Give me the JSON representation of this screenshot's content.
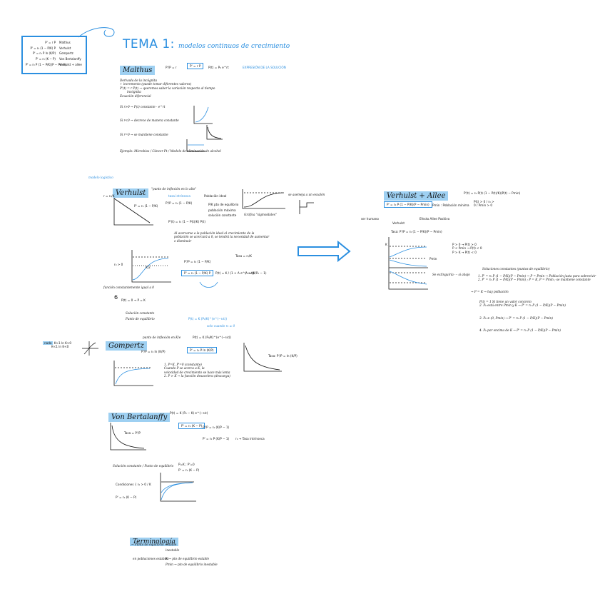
{
  "title": {
    "main": "TEMA 1:",
    "sub": "modelos continuos de crecimiento"
  },
  "legend": [
    {
      "formula": "P' = r P",
      "name": "Malthus"
    },
    {
      "formula": "P' = r₀ (1 − P/K) P",
      "name": "Verhulst"
    },
    {
      "formula": "P' = r₀ P ln (K/P)",
      "name": "Gompertz"
    },
    {
      "formula": "P' = r₀ (K − P)",
      "name": "Von Bertalanffy"
    },
    {
      "formula": "P' = r₀ P (1 − P/K)(P − Pmin)",
      "name": "Verhulst + allee"
    }
  ],
  "malthus": {
    "title": "Malthus",
    "eq": "P'/P = r",
    "boxed": "P' = r P",
    "solution": "P(t) = P₀ e^rt",
    "solution_note": "EXPRESIÓN DE LA SOLUCIÓN",
    "lines": [
      "Derivada de la incógnita",
      "↑ incremento (puede tomar diferentes valores)",
      "P'(t) = r P(t) → queremos saber la variación respecto al tiempo",
      "incógnita",
      "Ecuación diferencial",
      "Si r>0 → P(t) constante · e^rt",
      "Si r<0 → decrece de manera constante",
      "Si r=0 → se mantiene constante",
      "Ejemplo: Microbios / Cáncer Pt / Modelo de eliminación de alcohol"
    ]
  },
  "verhulst": {
    "title": "Verhulst",
    "annot": "modelo logístico",
    "note": "\"punto de inflexión en lo alto\"",
    "tasa": "tasa intrínseca",
    "lhs": "P' = r₀ (1 − P/K)",
    "kp": "r = r₀/K",
    "ratio": "P'/P = r₀ (1 − P/K)",
    "pop_ideal": "Población ideal",
    "pk": "P/K  pto de equilibrio",
    "pop_max": "población máxima",
    "solucion_constante": "solución constante",
    "grafica": "Gráfica \"sigmoidales\"",
    "escalon": "se asemeja a un escalón",
    "rate_eq": "P'(t) = r₀ (1 − P(t)/K) P(t)",
    "lines": [
      "Al acercarse a la población ideal el crecimiento de la",
      "población se acercará a 0, se tendrá la necesidad de aumentar",
      "o disminuir"
    ],
    "r0_label": "r₀ > 0",
    "k_half": "K/2",
    "boxed": "P' = r₀ (1 − P/K) P",
    "sol": "P(t) = K / (1 + A e^(−r₀t))",
    "a_eq": "A = (K/P₀ − 1)",
    "tasa_eq": "Tasa = r₀/K",
    "fn_const": "función constantemente igual a 0",
    "pt": "P(t) = 0 → P = K",
    "sol_const": "Solución constante",
    "pto_eq": "Punto de equilibrio"
  },
  "gompertz": {
    "title": "Gompertz",
    "inflex": "punto de inflexión en K/e",
    "sol": "P(t) = K (P₀/K)^(e^(−r₀t))",
    "blue_sol": "P(t) = K (P₀/K)^(e^(−r₀t))",
    "solo_cuando": "solo cuando r₀ ≥ 0",
    "ratio": "P'/P = r₀ ln (K/P)",
    "boxed": "P' = r₀ P ln (K/P)",
    "tasa": "Tasa: P'/P = ln (K/P)",
    "left": "nada  K>1  ln K > 0 / K<1  ln K < 0",
    "lines": [
      "1. P=K, P'=0 (constante)",
      "Cuando P se acerca a K, la",
      "velocidad de crecimiento se hace más lenta",
      "2. P > K → la función desacelera (descarga)"
    ]
  },
  "bertalanffy": {
    "title": "Von Bertalanffy",
    "sol": "P(t) = K (P₀ − K) e^(−r₀t)",
    "boxed": "P' = r₀ (K − P)",
    "tasa": "Tasa = P'/P",
    "eq1": "P'/P = r₀ (K/P − 1)",
    "eq2": "P' = r₀ P (K/P − 1)",
    "r0": "r₀ → Tasa intrínseca",
    "sol_const": "Solución constante / Punto de equilibrio",
    "pk": "P=K ; P'=0",
    "pk2": "P' = r₀ (K − P)",
    "cond": "Condiciones { r₀ > 0 / K",
    "eq3": "P' = r₀ (K − P)"
  },
  "terminologia": {
    "title": "Terminología",
    "lines": [
      "→ Punto de equilibrio",
      "estable",
      "inestable",
      "en poblaciones estables",
      "K → pto de equilibrio estable",
      "Pmin → pto de equilibrio inestable"
    ]
  },
  "allee": {
    "title": "Verhulst + Allee",
    "eq_right": "P'(t) = r₀ P(t) (1 − P(t)/K)(P(t) − Pmin)",
    "boxed": "P' = r₀ P (1 − P/K)(P − Pmin)",
    "pmin": "Pmin : Población mínima",
    "cond": "P(t) > 0 / r₀ > 0 / Pmin > 0",
    "efecto": "Efecto Allee Positivo",
    "verhulst": "Verhulst",
    "ejemplo": "ser humano",
    "tasa": "Tasa: P'/P = r₀ (1 − P/K)(P − Pmin)",
    "conds": [
      "P > 0 → P(t) > 0",
      "P < Pmin → P(t) < 0",
      "P > K → P(t) < 0"
    ],
    "pmin_lbl": "Pmin",
    "k_lbl": "K",
    "abajo": "Se extinguiría ··· si abajo",
    "sol_title": "Soluciones constantes (puntos de equilibrio)",
    "sol_lines": [
      "1. P' = r₀ P (1 − P/K)(P − Pmin) → P = Pmin → Población justa para sobrevivir",
      "2. P' = r₀ P (1 − P/K)(P − Pmin) ; P = K, P = Pmin ; se mantiene constante",
      "→ P = K  → hay población",
      "P(t) = 1 Si tiene un valor concreto",
      "2. P₀ está entre Pmin y K → P' = r₀ P (1 − P/K)(P − Pmin)",
      "3. P₀ ∈ (0, Pmin) → P' = r₀ P (1 − P/K)(P − Pmin)",
      "4. P₀ por encima de K → P' = r₀ P (1 − P/K)(P − Pmin)"
    ]
  },
  "arrow_label": "⇒"
}
